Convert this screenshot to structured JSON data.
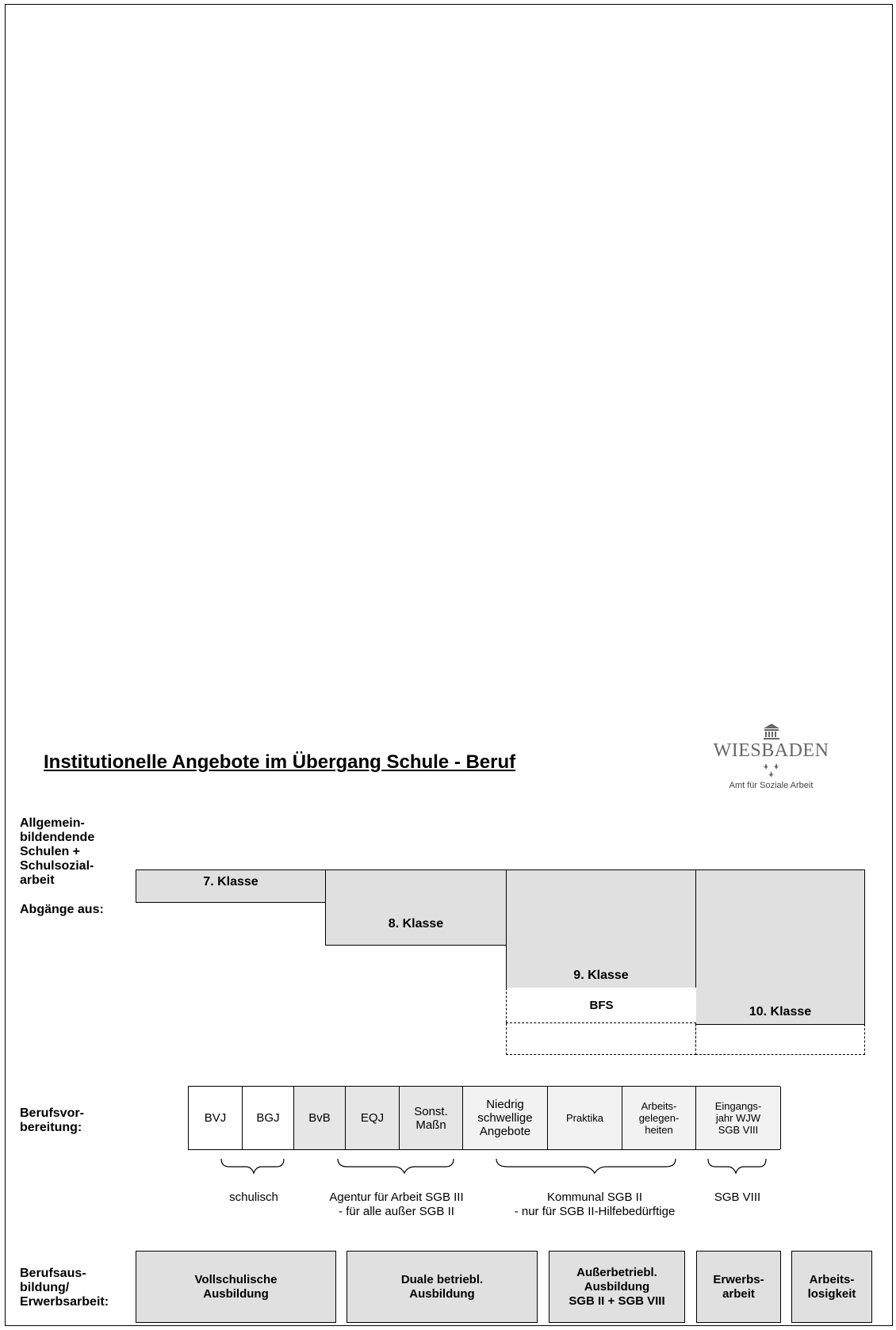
{
  "title": "Institutionelle Angebote im Übergang Schule - Beruf",
  "logo": {
    "word": "WIESBADEN",
    "sub": "Amt für Soziale Arbeit"
  },
  "schools": {
    "label": "Allgemein-\nbildendende\nSchulen +\nSchulsozial-\narbeit",
    "exits_label": "Abgänge aus:",
    "classes": [
      "7. Klasse",
      "8. Klasse",
      "9. Klasse",
      "10. Klasse"
    ],
    "bfs": "BFS"
  },
  "prep": {
    "label": "Berufsvor-\nbereitung:",
    "cells": [
      "BVJ",
      "BGJ",
      "BvB",
      "EQJ",
      "Sonst.\nMaßn",
      "Niedrig\nschwellige\nAngebote",
      "Praktika",
      "Arbeits-\ngelegen-\nheiten",
      "Eingangs-\njahr WJW\nSGB VIII"
    ],
    "groups": [
      "schulisch",
      "Agentur für Arbeit SGB III\n- für alle außer SGB II",
      "Kommunal SGB II\n- nur für SGB II-Hilfebedürftige",
      "SGB VIII"
    ]
  },
  "outcomes": {
    "label": "Berufsaus-\nbildung/\nErwerbsarbeit:",
    "boxes": [
      "Vollschulische\nAusbildung",
      "Duale betriebl.\nAusbildung",
      "Außerbetriebl.\nAusbildung\nSGB II + SGB VIII",
      "Erwerbs-\narbeit",
      "Arbeits-\nlosigkeit"
    ]
  },
  "colors": {
    "box_grey": "#e0e0e0",
    "logo_grey": "#666666"
  }
}
